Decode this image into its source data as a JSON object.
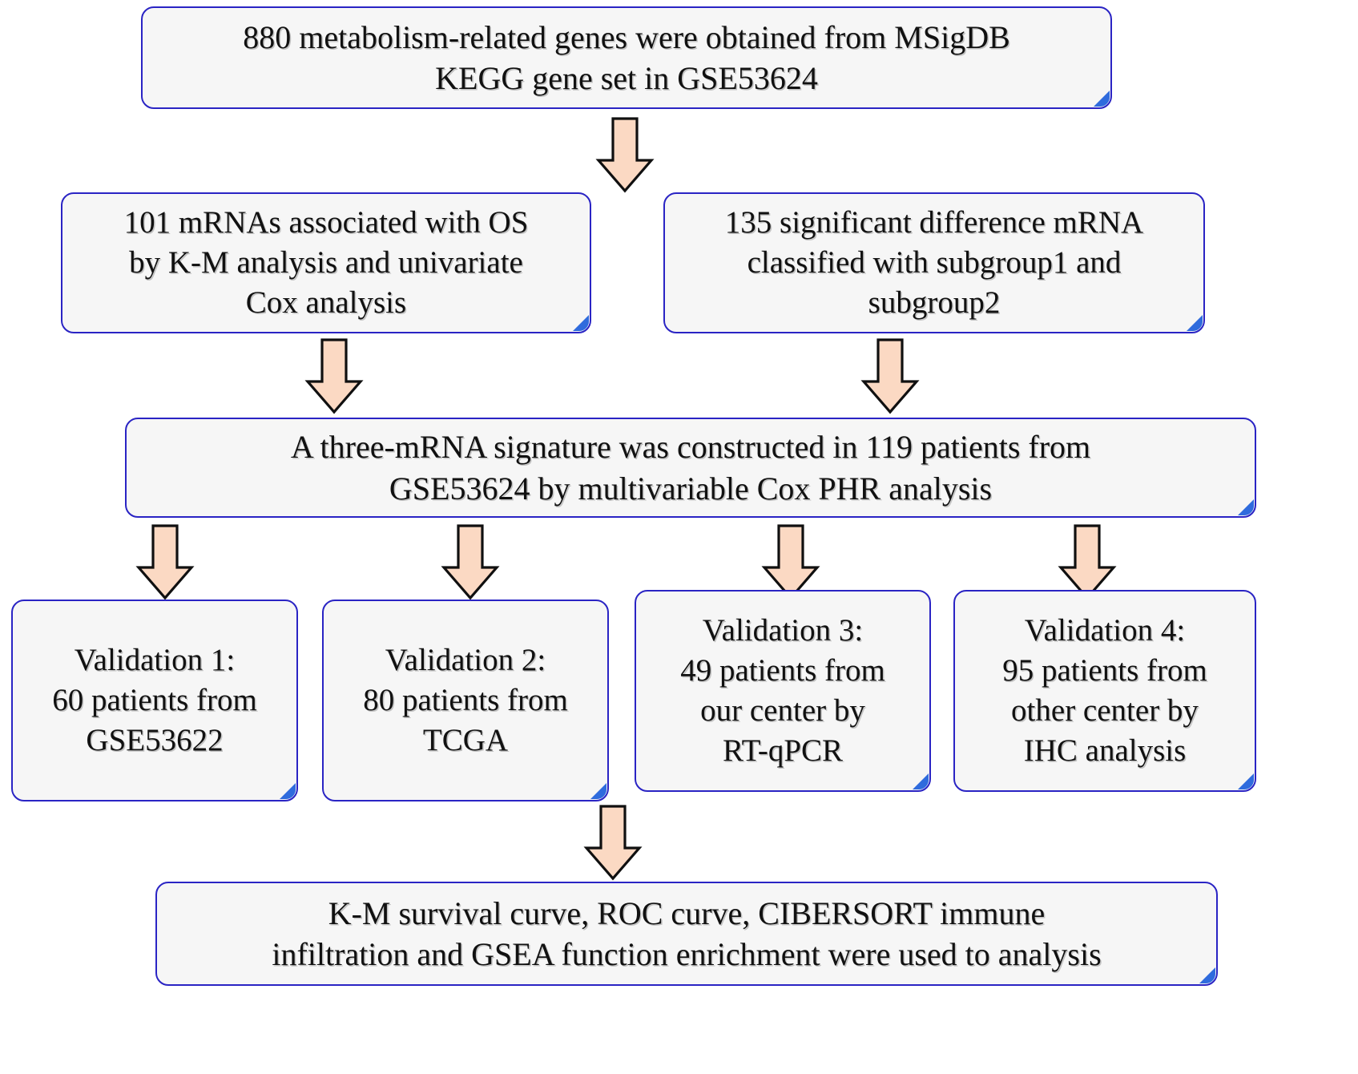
{
  "diagram": {
    "title": "Study workflow flowchart",
    "colors": {
      "box_fill": "#f6f6f6",
      "box_border": "#2a24c4",
      "corner_marker": "#2f6bdd",
      "arrow_fill": "#fbd9c3",
      "arrow_stroke": "#101010",
      "text": "#111111",
      "background": "#ffffff"
    },
    "nodes": [
      {
        "id": "source",
        "text": "880 metabolism-related genes were obtained from  MSigDB\nKEGG gene set in GSE53624"
      },
      {
        "id": "mrna-os",
        "text": "101 mRNAs associated with OS\nby K-M analysis and univariate\nCox analysis"
      },
      {
        "id": "mrna-subgroups",
        "text": "135 significant difference mRNA\nclassified with subgroup1 and\nsubgroup2"
      },
      {
        "id": "signature",
        "text": "A three-mRNA signature was constructed in 119 patients from\nGSE53624 by multivariable Cox PHR analysis"
      },
      {
        "id": "validation-1",
        "text": "Validation 1:\n60 patients from\nGSE53622"
      },
      {
        "id": "validation-2",
        "text": "Validation 2:\n80 patients from\nTCGA"
      },
      {
        "id": "validation-3",
        "text": "Validation 3:\n49 patients from\nour center by\nRT-qPCR"
      },
      {
        "id": "validation-4",
        "text": "Validation 4:\n95 patients from\nother center by\nIHC analysis"
      },
      {
        "id": "analysis",
        "text": "K-M survival curve, ROC curve, CIBERSORT immune\ninfiltration and GSEA function enrichment were used to analysis"
      }
    ],
    "arrows": [
      {
        "id": "arrow-source-to-branches"
      },
      {
        "id": "arrow-mrna-os-to-signature"
      },
      {
        "id": "arrow-mrna-subgroups-to-signature"
      },
      {
        "id": "arrow-signature-to-validation-1"
      },
      {
        "id": "arrow-signature-to-validation-2"
      },
      {
        "id": "arrow-signature-to-validation-3"
      },
      {
        "id": "arrow-signature-to-validation-4"
      },
      {
        "id": "arrow-validations-to-analysis"
      }
    ]
  }
}
